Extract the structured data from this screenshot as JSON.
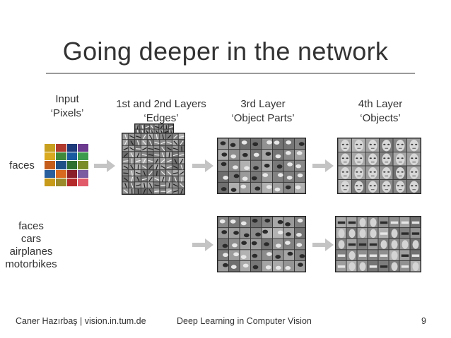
{
  "slide": {
    "title": "Going deeper in the network",
    "page_number": "9"
  },
  "columns": [
    {
      "line1": "Input",
      "line2": "‘Pixels’"
    },
    {
      "line1": "1st and 2nd Layers",
      "line2": "‘Edges’"
    },
    {
      "line1": "3rd Layer",
      "line2": "‘Object Parts’"
    },
    {
      "line1": "4th Layer",
      "line2": "‘Objects’"
    }
  ],
  "rows": {
    "row1": [
      "faces"
    ],
    "row2": [
      "faces",
      "cars",
      "airplanes",
      "motorbikes"
    ]
  },
  "pixel_colors": [
    "#c8a020",
    "#b03a2e",
    "#1d3a7a",
    "#6c3a8e",
    "#d9a91f",
    "#3f8a3a",
    "#1a5aa0",
    "#3d9b4d",
    "#c45d1c",
    "#1f4f87",
    "#2f6f2f",
    "#7a8d2a",
    "#2a5f9e",
    "#d86a1f",
    "#8a1f2a",
    "#7a5aa0",
    "#c79a1a",
    "#9a8a2a",
    "#b42a2a",
    "#e05a6a"
  ],
  "footer": {
    "author": "Caner Hazırbaş | vision.in.tum.de",
    "course": "Deep Learning in Computer Vision"
  },
  "colors": {
    "text": "#333333",
    "rule": "#9a9a9a",
    "arrow": "#b8b8b8"
  },
  "icons": [
    "right-arrow-icon"
  ]
}
